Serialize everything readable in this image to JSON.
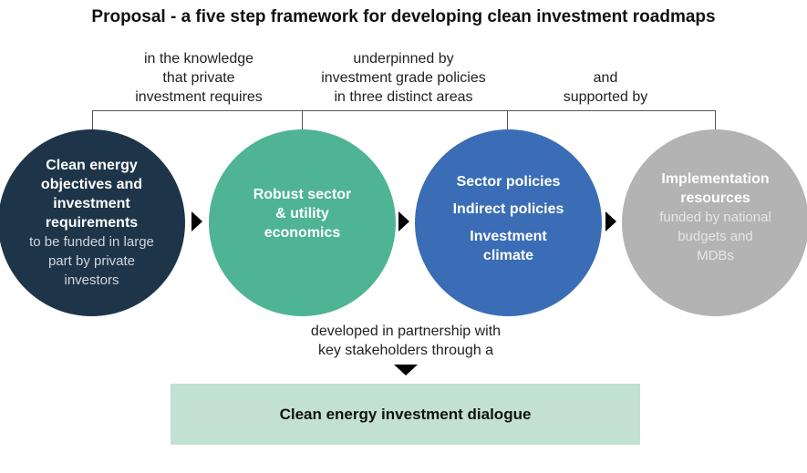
{
  "title": "Proposal - a five step framework for developing clean investment roadmaps",
  "captions": {
    "c1": [
      "in the knowledge",
      "that private",
      "investment requires"
    ],
    "c2": [
      "underpinned by",
      "investment grade policies",
      "in three distinct areas"
    ],
    "c3": [
      "and",
      "supported by"
    ],
    "bottom": [
      "developed in partnership with",
      "key stakeholders through a"
    ]
  },
  "circles": [
    {
      "bold": [
        "Clean energy",
        "objectives and",
        "investment",
        "requirements"
      ],
      "normal": [
        "to be funded in large",
        "part by private",
        "investors"
      ],
      "color": "#1e3549"
    },
    {
      "bold": [
        "Robust sector",
        "& utility",
        "economics"
      ],
      "normal": [],
      "color": "#4fb493"
    },
    {
      "bold": [
        "Sector policies",
        "Indirect policies",
        "Investment",
        "climate"
      ],
      "normal": [],
      "color": "#3a6db5"
    },
    {
      "bold": [
        "Implementation",
        "resources"
      ],
      "normal": [
        "funded by national",
        "budgets and",
        "MDBs"
      ],
      "color": "#b3b3b3"
    }
  ],
  "dialogue": "Clean energy investment dialogue"
}
